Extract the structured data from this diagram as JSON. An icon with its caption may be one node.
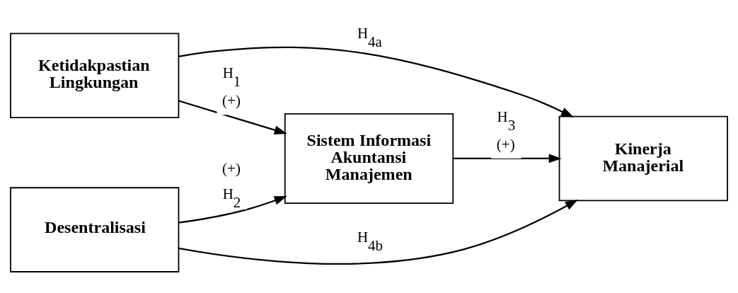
{
  "diagram": {
    "nodes": [
      {
        "text": [
          "Ketidakpastian Lingkungan"
        ]
      },
      {
        "text": [
          "Desentralisasi"
        ]
      },
      {
        "text": [
          "Sistem Informasi Akuntansi Manajemen"
        ]
      },
      {
        "text": [
          "Kinerja Manajerial"
        ]
      }
    ],
    "edges": [
      {
        "from": 0,
        "to": 3,
        "arrow": "to",
        "label": "H$_{4a}$"
      },
      {
        "from": 0,
        "to": 2,
        "arrow": "to",
        "label": "H$_{1}$ (+)"
      },
      {
        "from": 1,
        "to": 2,
        "arrow": "to",
        "label": "(+) H$_{2}$"
      },
      {
        "from": 2,
        "to": 3,
        "arrow": "to",
        "label": "H$_{3}$ (+)"
      },
      {
        "from": 1,
        "to": 3,
        "arrow": "to",
        "label": "H$_{4b}$"
      }
    ]
  }
}
